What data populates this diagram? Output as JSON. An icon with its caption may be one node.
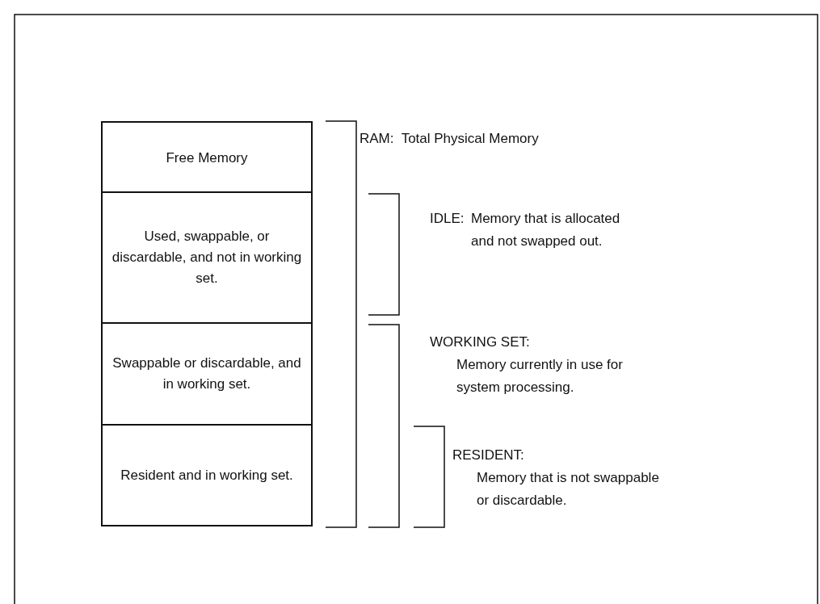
{
  "diagram": {
    "nodes": [
      {
        "text": [
          "Free Memory"
        ]
      },
      {
        "text": [
          "Used, swappable, or discardable, and not in working set."
        ]
      },
      {
        "text": [
          "Swappable or discardable, and in working set."
        ]
      },
      {
        "text": [
          "Resident and in working set."
        ]
      }
    ],
    "labels": [
      "RAM:  Total Physical Memory",
      "IDLE:",
      "Memory that is allocated and not swapped out.",
      "WORKING SET:",
      "Memory currently in use for system processing.",
      "RESIDENT:",
      "Memory that is not swappable or discardable."
    ]
  }
}
